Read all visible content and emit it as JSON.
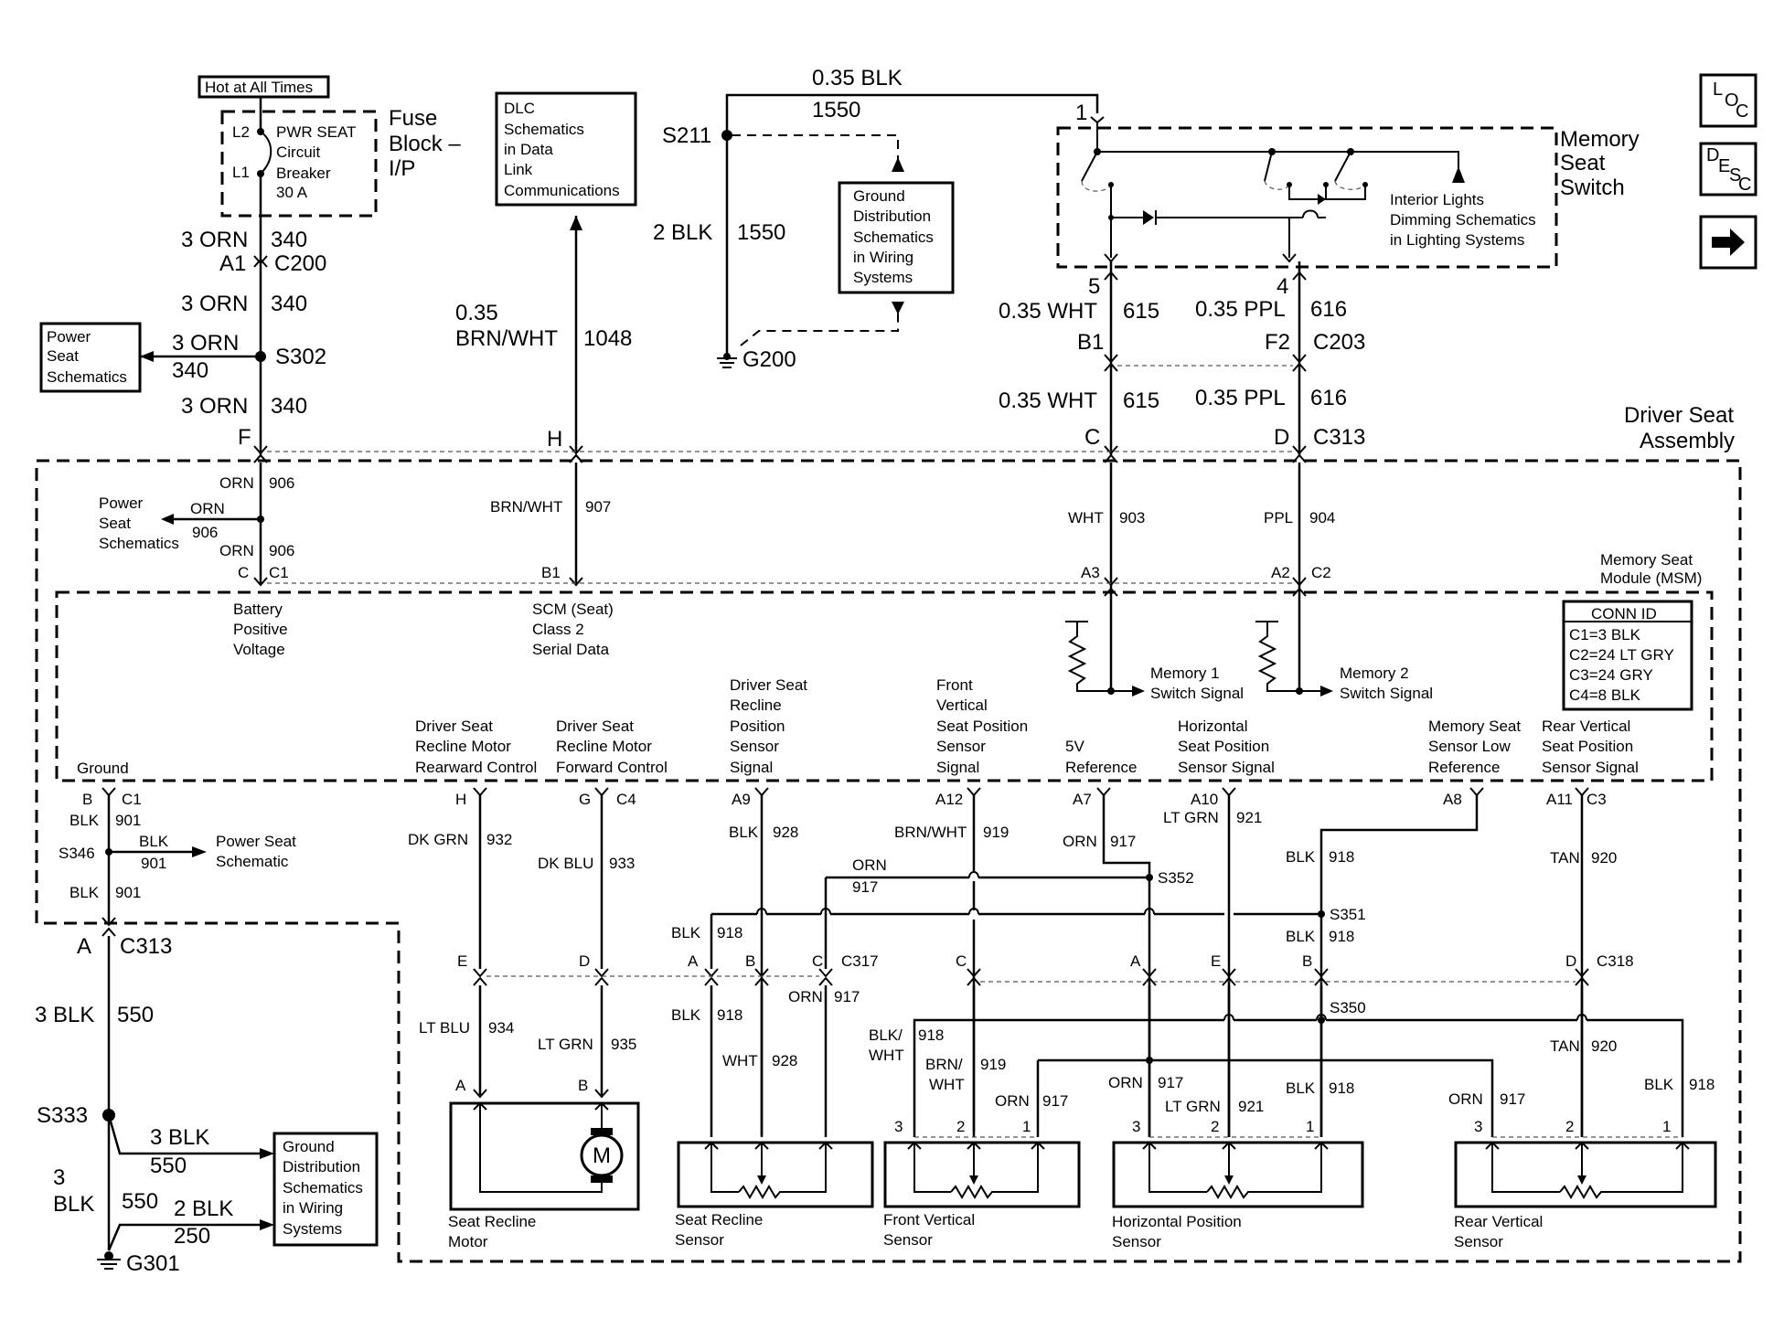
{
  "nav": {
    "loc": {
      "big": "L",
      "small": "O",
      "small2": "C"
    },
    "desc": {
      "big": "D",
      "small": "E",
      "small2": "S",
      "small3": "C"
    }
  },
  "top": {
    "hot_label": "Hot at All Times",
    "fuse_title": [
      "Fuse",
      "Block –",
      "I/P"
    ],
    "breaker": [
      "PWR SEAT",
      "Circuit",
      "Breaker",
      "30 A"
    ],
    "l2": "L2",
    "l1": "L1",
    "orn_340_a": "3 ORN",
    "c340_a": "340",
    "a1": "A1",
    "c200": "C200",
    "orn_340_b": "3 ORN",
    "c340_b": "340",
    "pwr_seat_box": [
      "Power",
      "Seat",
      "Schematics"
    ],
    "orn_s302": "3 ORN",
    "c340_s302": "340",
    "s302": "S302",
    "orn_340_c": "3 ORN",
    "c340_c": "340",
    "f": "F",
    "dlc_box": [
      "DLC",
      "Schematics",
      "in Data",
      "Link",
      "Communications"
    ],
    "brnwht_035": "0.35",
    "brnwht": "BRN/WHT",
    "c1048": "1048",
    "h": "H",
    "blk_035": "0.35 BLK",
    "c1550_top": "1550",
    "s211": "S211",
    "blk2": "2 BLK",
    "c1550": "1550",
    "g200": "G200",
    "gnd_box_top": [
      "Ground",
      "Distribution",
      "Schematics",
      "in Wiring",
      "Systems"
    ],
    "msw_title": [
      "Memory",
      "Seat",
      "Switch"
    ],
    "interior": [
      "Interior Lights",
      "Dimming Schematics",
      "in Lighting Systems"
    ],
    "pin1": "1",
    "pin5": "5",
    "pin4": "4",
    "wht035_a": "0.35 WHT",
    "c615_a": "615",
    "ppl035_a": "0.35 PPL",
    "c616_a": "616",
    "b1": "B1",
    "f2": "F2",
    "c203": "C203",
    "wht035_b": "0.35 WHT",
    "c615_b": "615",
    "ppl035_b": "0.35 PPL",
    "c616_b": "616",
    "c": "C",
    "d": "D",
    "c313": "C313",
    "dsa": [
      "Driver Seat",
      "Assembly"
    ]
  },
  "assembly": {
    "orn906_a": "ORN",
    "n906_a": "906",
    "pwr_seat": [
      "Power",
      "Seat",
      "Schematics"
    ],
    "orn_side": "ORN",
    "n906_side": "906",
    "orn906_b": "ORN",
    "n906_b": "906",
    "c_pin": "C",
    "c1": "C1",
    "brnwht907": "BRN/WHT",
    "n907": "907",
    "b1": "B1",
    "wht903": "WHT",
    "n903": "903",
    "ppl904": "PPL",
    "n904": "904",
    "a3": "A3",
    "a2": "A2",
    "c2": "C2",
    "msm": [
      "Memory Seat",
      "Module (MSM)"
    ],
    "battery": [
      "Battery",
      "Positive",
      "Voltage"
    ],
    "scm": [
      "SCM (Seat)",
      "Class 2",
      "Serial Data"
    ],
    "mem1": [
      "Memory 1",
      "Switch Signal"
    ],
    "mem2": [
      "Memory 2",
      "Switch Signal"
    ],
    "conn": [
      "CONN ID",
      "C1=3 BLK",
      "C2=24 LT GRY",
      "C3=24 GRY",
      "C4=8 BLK"
    ],
    "ground": "Ground",
    "rec_rear": [
      "Driver Seat",
      "Recline Motor",
      "Rearward Control"
    ],
    "rec_fwd": [
      "Driver Seat",
      "Recline Motor",
      "Forward Control"
    ],
    "rec_pos": [
      "Driver Seat",
      "Recline",
      "Position",
      "Sensor",
      "Signal"
    ],
    "front_vert": [
      "Front",
      "Vertical",
      "Seat Position",
      "Sensor",
      "Signal"
    ],
    "five_v": [
      "5V",
      "Reference"
    ],
    "horiz": [
      "Horizontal",
      "Seat Position",
      "Sensor Signal"
    ],
    "mem_low": [
      "Memory Seat",
      "Sensor Low",
      "Reference"
    ],
    "rear_vert": [
      "Rear Vertical",
      "Seat Position",
      "Sensor Signal"
    ]
  },
  "lower": {
    "b": "B",
    "c1": "C1",
    "blk901_a": "BLK",
    "n901_a": "901",
    "s346": "S346",
    "blk901_s": "BLK",
    "n901_s": "901",
    "pwr_schem": [
      "Power Seat",
      "Schematic"
    ],
    "blk901_b": "BLK",
    "n901_b": "901",
    "a": "A",
    "c313": "C313",
    "blk3": "3 BLK",
    "n550": "550",
    "s333": "S333",
    "blk3_s": "3 BLK",
    "n550_s": "550",
    "blk3_l1": "3",
    "blk3_l2": "BLK",
    "n550_l": "550",
    "blk2": "2 BLK",
    "n250": "250",
    "g301": "G301",
    "gnd_box": [
      "Ground",
      "Distribution",
      "Schematics",
      "in Wiring",
      "Systems"
    ],
    "h": "H",
    "g": "G",
    "c4": "C4",
    "a9": "A9",
    "a12": "A12",
    "a7": "A7",
    "a10": "A10",
    "a8": "A8",
    "a11": "A11",
    "c3": "C3",
    "dkgrn": "DK GRN",
    "n932": "932",
    "dkblu": "DK BLU",
    "n933": "933",
    "blk928": "BLK",
    "n928": "928",
    "brnwht919": "BRN/WHT",
    "n919": "919",
    "orn917": "ORN",
    "n917": "917",
    "ltgrn921": "LT GRN",
    "n921": "921",
    "blk918": "BLK",
    "n918": "918",
    "tan920": "TAN",
    "n920": "920",
    "orn_b": "ORN",
    "n917_b": "917",
    "s352": "S352",
    "blk918_b": "BLK",
    "n918_b": "918",
    "s351": "S351",
    "blk918_c": "BLK",
    "n918_c": "918",
    "e": "E",
    "d": "D",
    "ca": "A",
    "cb": "B",
    "cc": "C",
    "c317": "C317",
    "cc2": "C",
    "ca2": "A",
    "ce2": "E",
    "cb2": "B",
    "cd2": "D",
    "c318": "C318",
    "ltblu": "LT BLU",
    "n934": "934",
    "ltgrn935": "LT GRN",
    "n935": "935",
    "blk918_d": "BLK",
    "n918_d": "918",
    "orn917_d": "ORN",
    "n917_d": "917",
    "wht928": "WHT",
    "n928_b": "928",
    "s350": "S350",
    "blkwht": [
      "BLK/",
      "WHT"
    ],
    "n918_e": "918",
    "brnwht": [
      "BRN/",
      "WHT"
    ],
    "n919_b": "919",
    "orn917_e": "ORN",
    "n917_e": "917",
    "orn917_f": "ORN",
    "n917_f": "917",
    "ltgrn921_b": "LT GRN",
    "n921_b": "921",
    "blk918_f": "BLK",
    "n918_f": "918",
    "tan920_b": "TAN",
    "n920_b": "920",
    "orn917_g": "ORN",
    "n917_g": "917",
    "blk918_g": "BLK",
    "n918_g": "918",
    "pa": "A",
    "pb": "B",
    "p3a": "3",
    "p2a": "2",
    "p1a": "1",
    "p3b": "3",
    "p2b": "2",
    "p1b": "1",
    "p3c": "3",
    "p2c": "2",
    "p1c": "1",
    "motor_m": "M",
    "recline_motor": [
      "Seat Recline",
      "Motor"
    ],
    "recline_sensor": [
      "Seat Recline",
      "Sensor"
    ],
    "front_sensor": [
      "Front Vertical",
      "Sensor"
    ],
    "horiz_sensor": [
      "Horizontal Position",
      "Sensor"
    ],
    "rear_sensor": [
      "Rear Vertical",
      "Sensor"
    ]
  }
}
